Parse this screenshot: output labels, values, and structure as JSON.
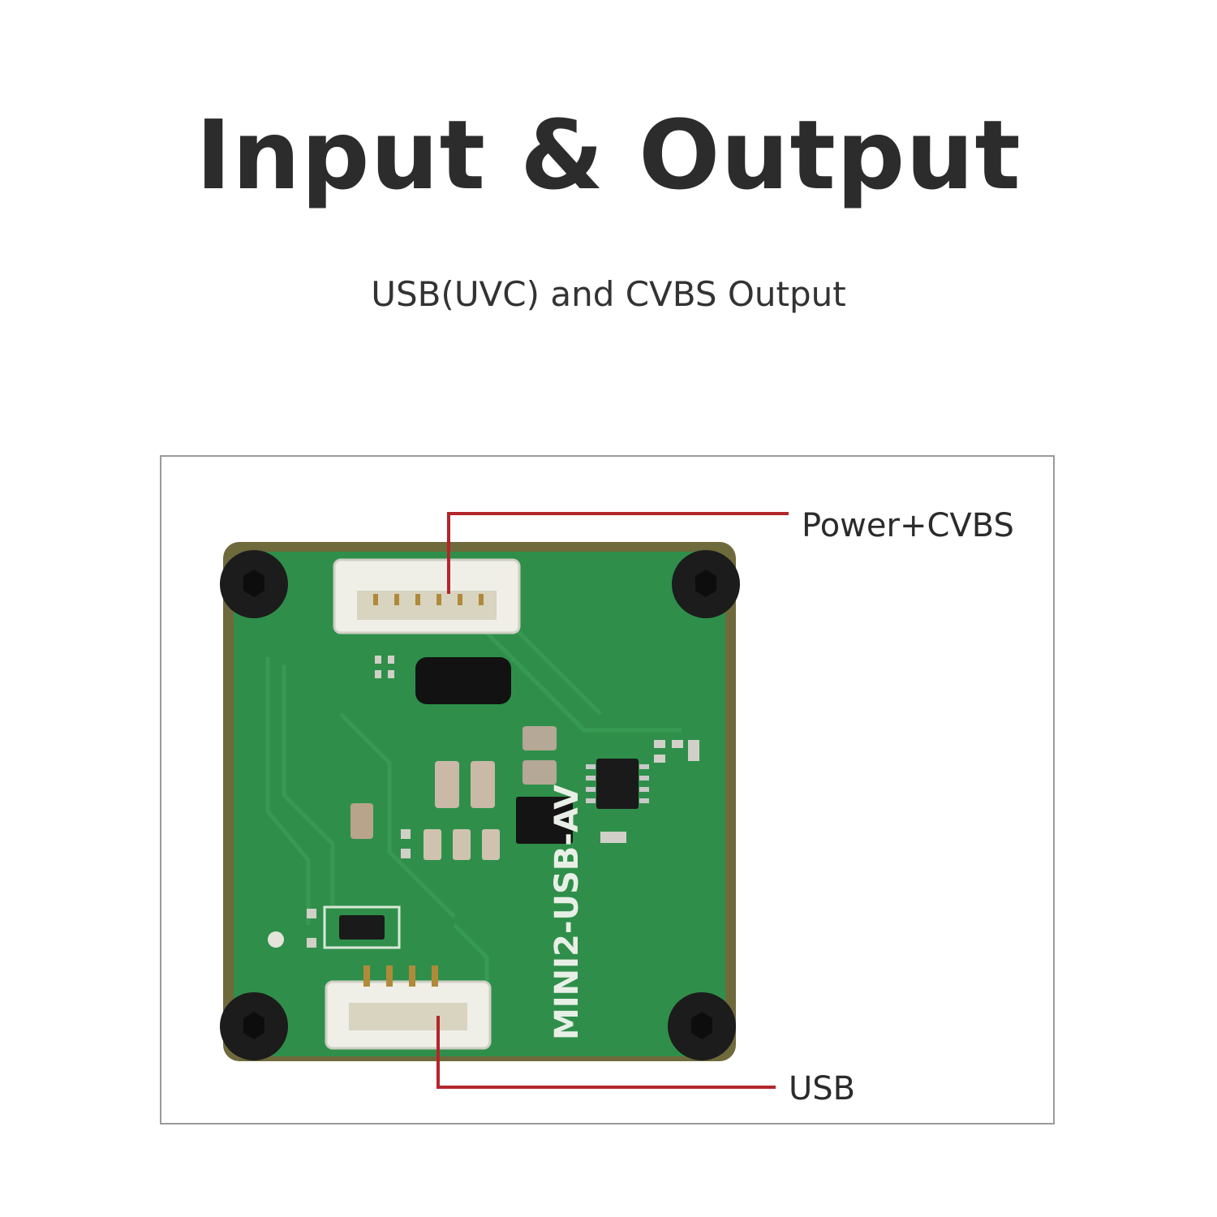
{
  "heading": {
    "title": "Input & Output",
    "subtitle": "USB(UVC) and CVBS Output"
  },
  "callouts": {
    "top": "Power+CVBS",
    "bottom": "USB"
  },
  "board": {
    "silkscreen": "MINI2-USB-AV"
  },
  "colors": {
    "callout_line": "#b3262b",
    "pcb": "#2f8f4a",
    "frame": "#9a9a9a"
  }
}
